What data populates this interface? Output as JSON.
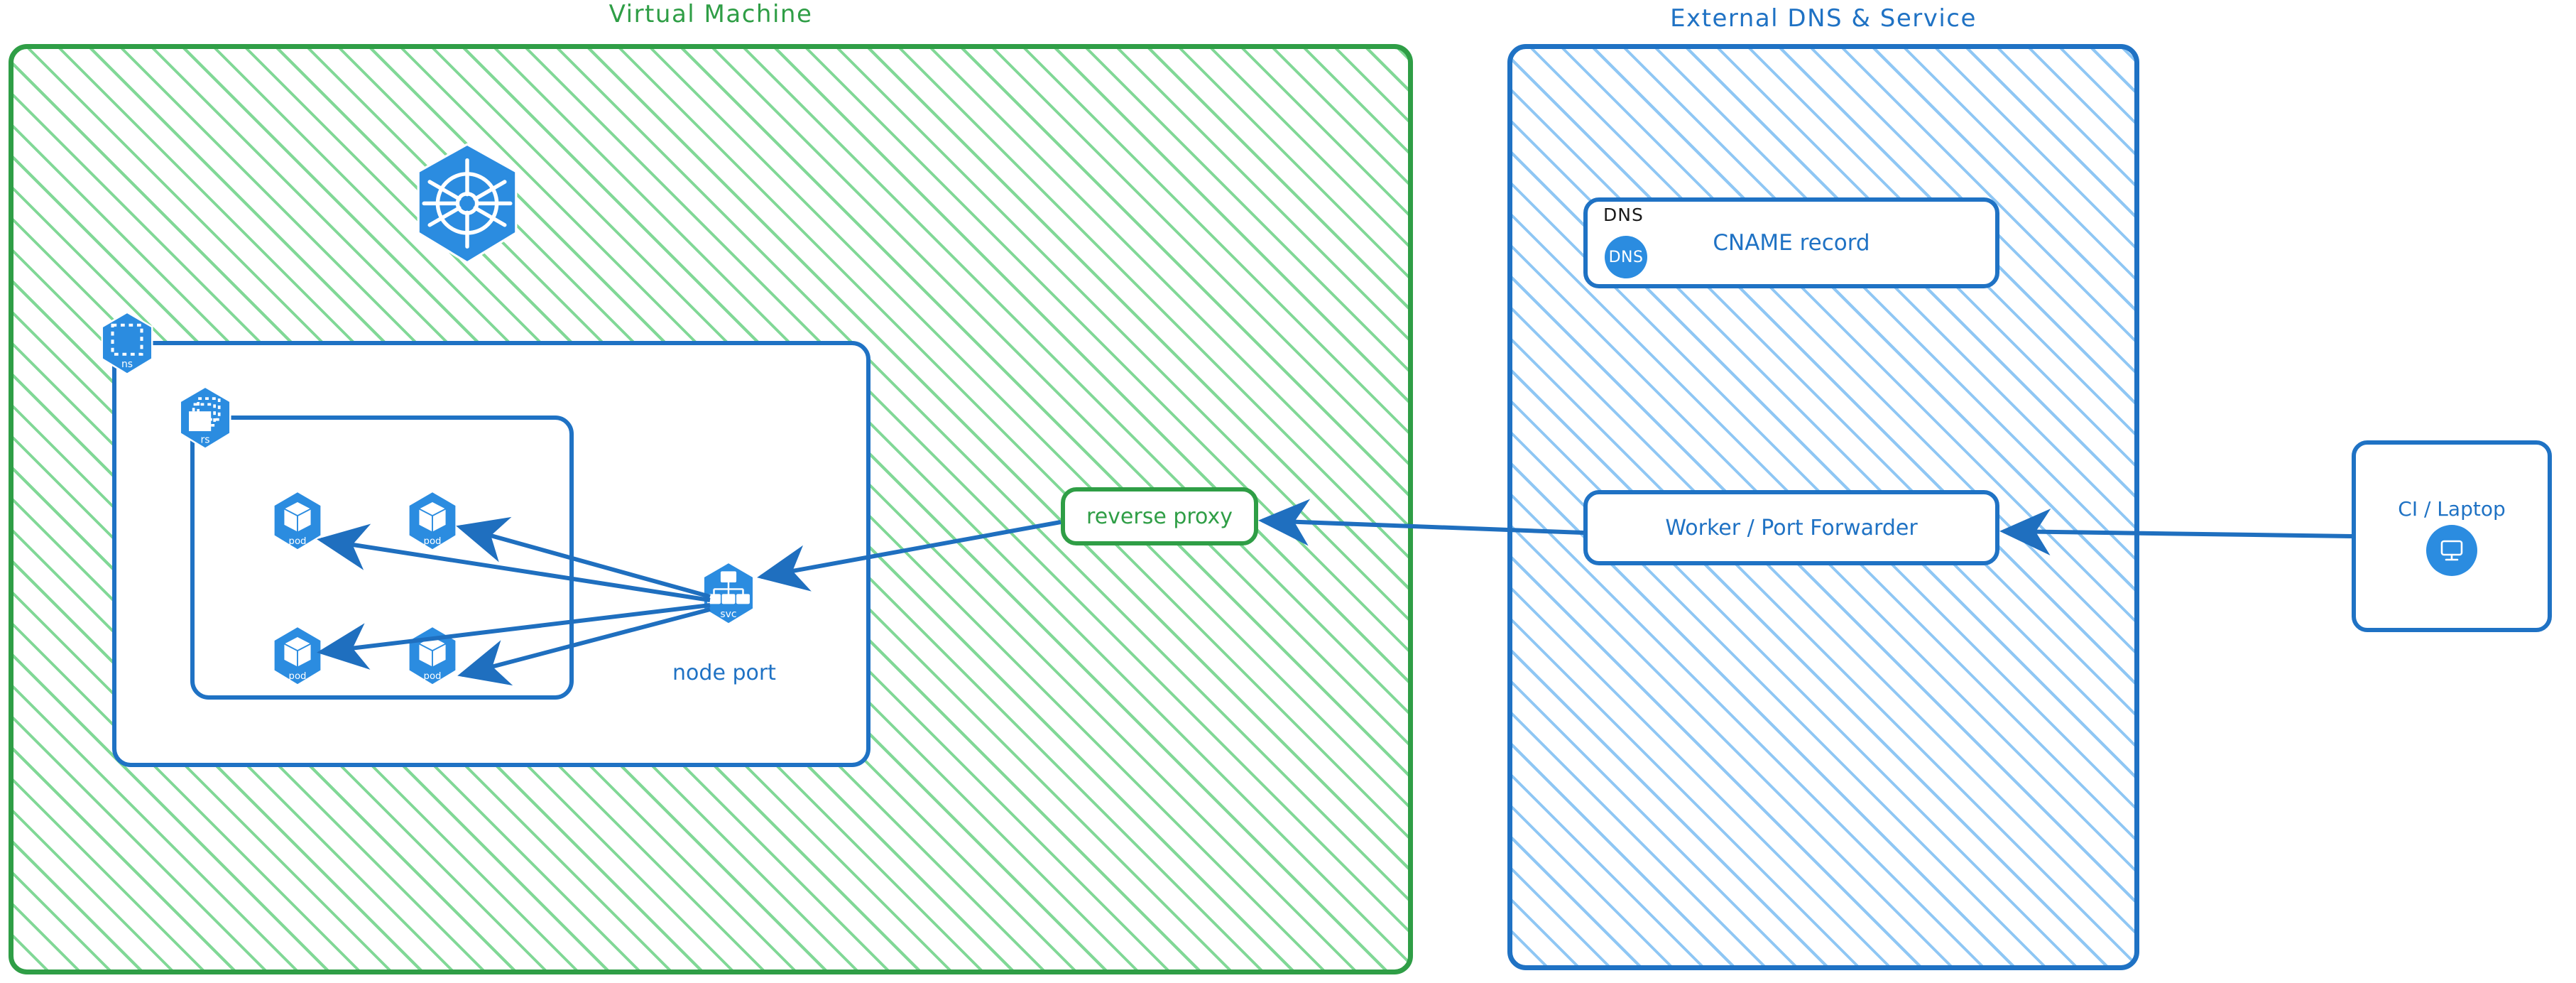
{
  "groups": {
    "vm": {
      "title": "Virtual Machine",
      "color": "#2f9e46"
    },
    "external": {
      "title": "External DNS & Service",
      "color": "#1f72c4"
    }
  },
  "kubernetes": {
    "logo_name": "kubernetes-logo",
    "namespace": {
      "label": "ns",
      "icon": "namespace-icon"
    },
    "replicaset": {
      "label": "rs",
      "icon": "replicaset-icon"
    },
    "pods": [
      {
        "label": "pod"
      },
      {
        "label": "pod"
      },
      {
        "label": "pod"
      },
      {
        "label": "pod"
      }
    ],
    "service": {
      "label": "svc",
      "caption": "node port"
    }
  },
  "boxes": {
    "reverse_proxy": {
      "label": "reverse proxy",
      "color": "#2f9e46"
    },
    "worker": {
      "label": "Worker / Port Forwarder",
      "color": "#1f72c4"
    },
    "ci": {
      "label": "CI / Laptop",
      "icon": "desktop-monitor-icon",
      "color": "#1f72c4"
    },
    "dns": {
      "title": "DNS",
      "badge": "DNS",
      "label": "CNAME record",
      "color": "#1f72c4"
    }
  },
  "colors": {
    "green_stroke": "#2f9e46",
    "green_hatch": "#7ad691",
    "blue_stroke": "#1f72c4",
    "blue_hatch": "#89c4f4",
    "k8s_blue": "#2b8ce0",
    "arrow": "#1f6fbf"
  },
  "edges": [
    {
      "from": "svc",
      "to": "pod-1"
    },
    {
      "from": "svc",
      "to": "pod-2"
    },
    {
      "from": "svc",
      "to": "pod-3"
    },
    {
      "from": "svc",
      "to": "pod-4"
    },
    {
      "from": "reverse-proxy",
      "to": "svc"
    },
    {
      "from": "worker",
      "to": "reverse-proxy"
    },
    {
      "from": "ci",
      "to": "worker"
    }
  ]
}
